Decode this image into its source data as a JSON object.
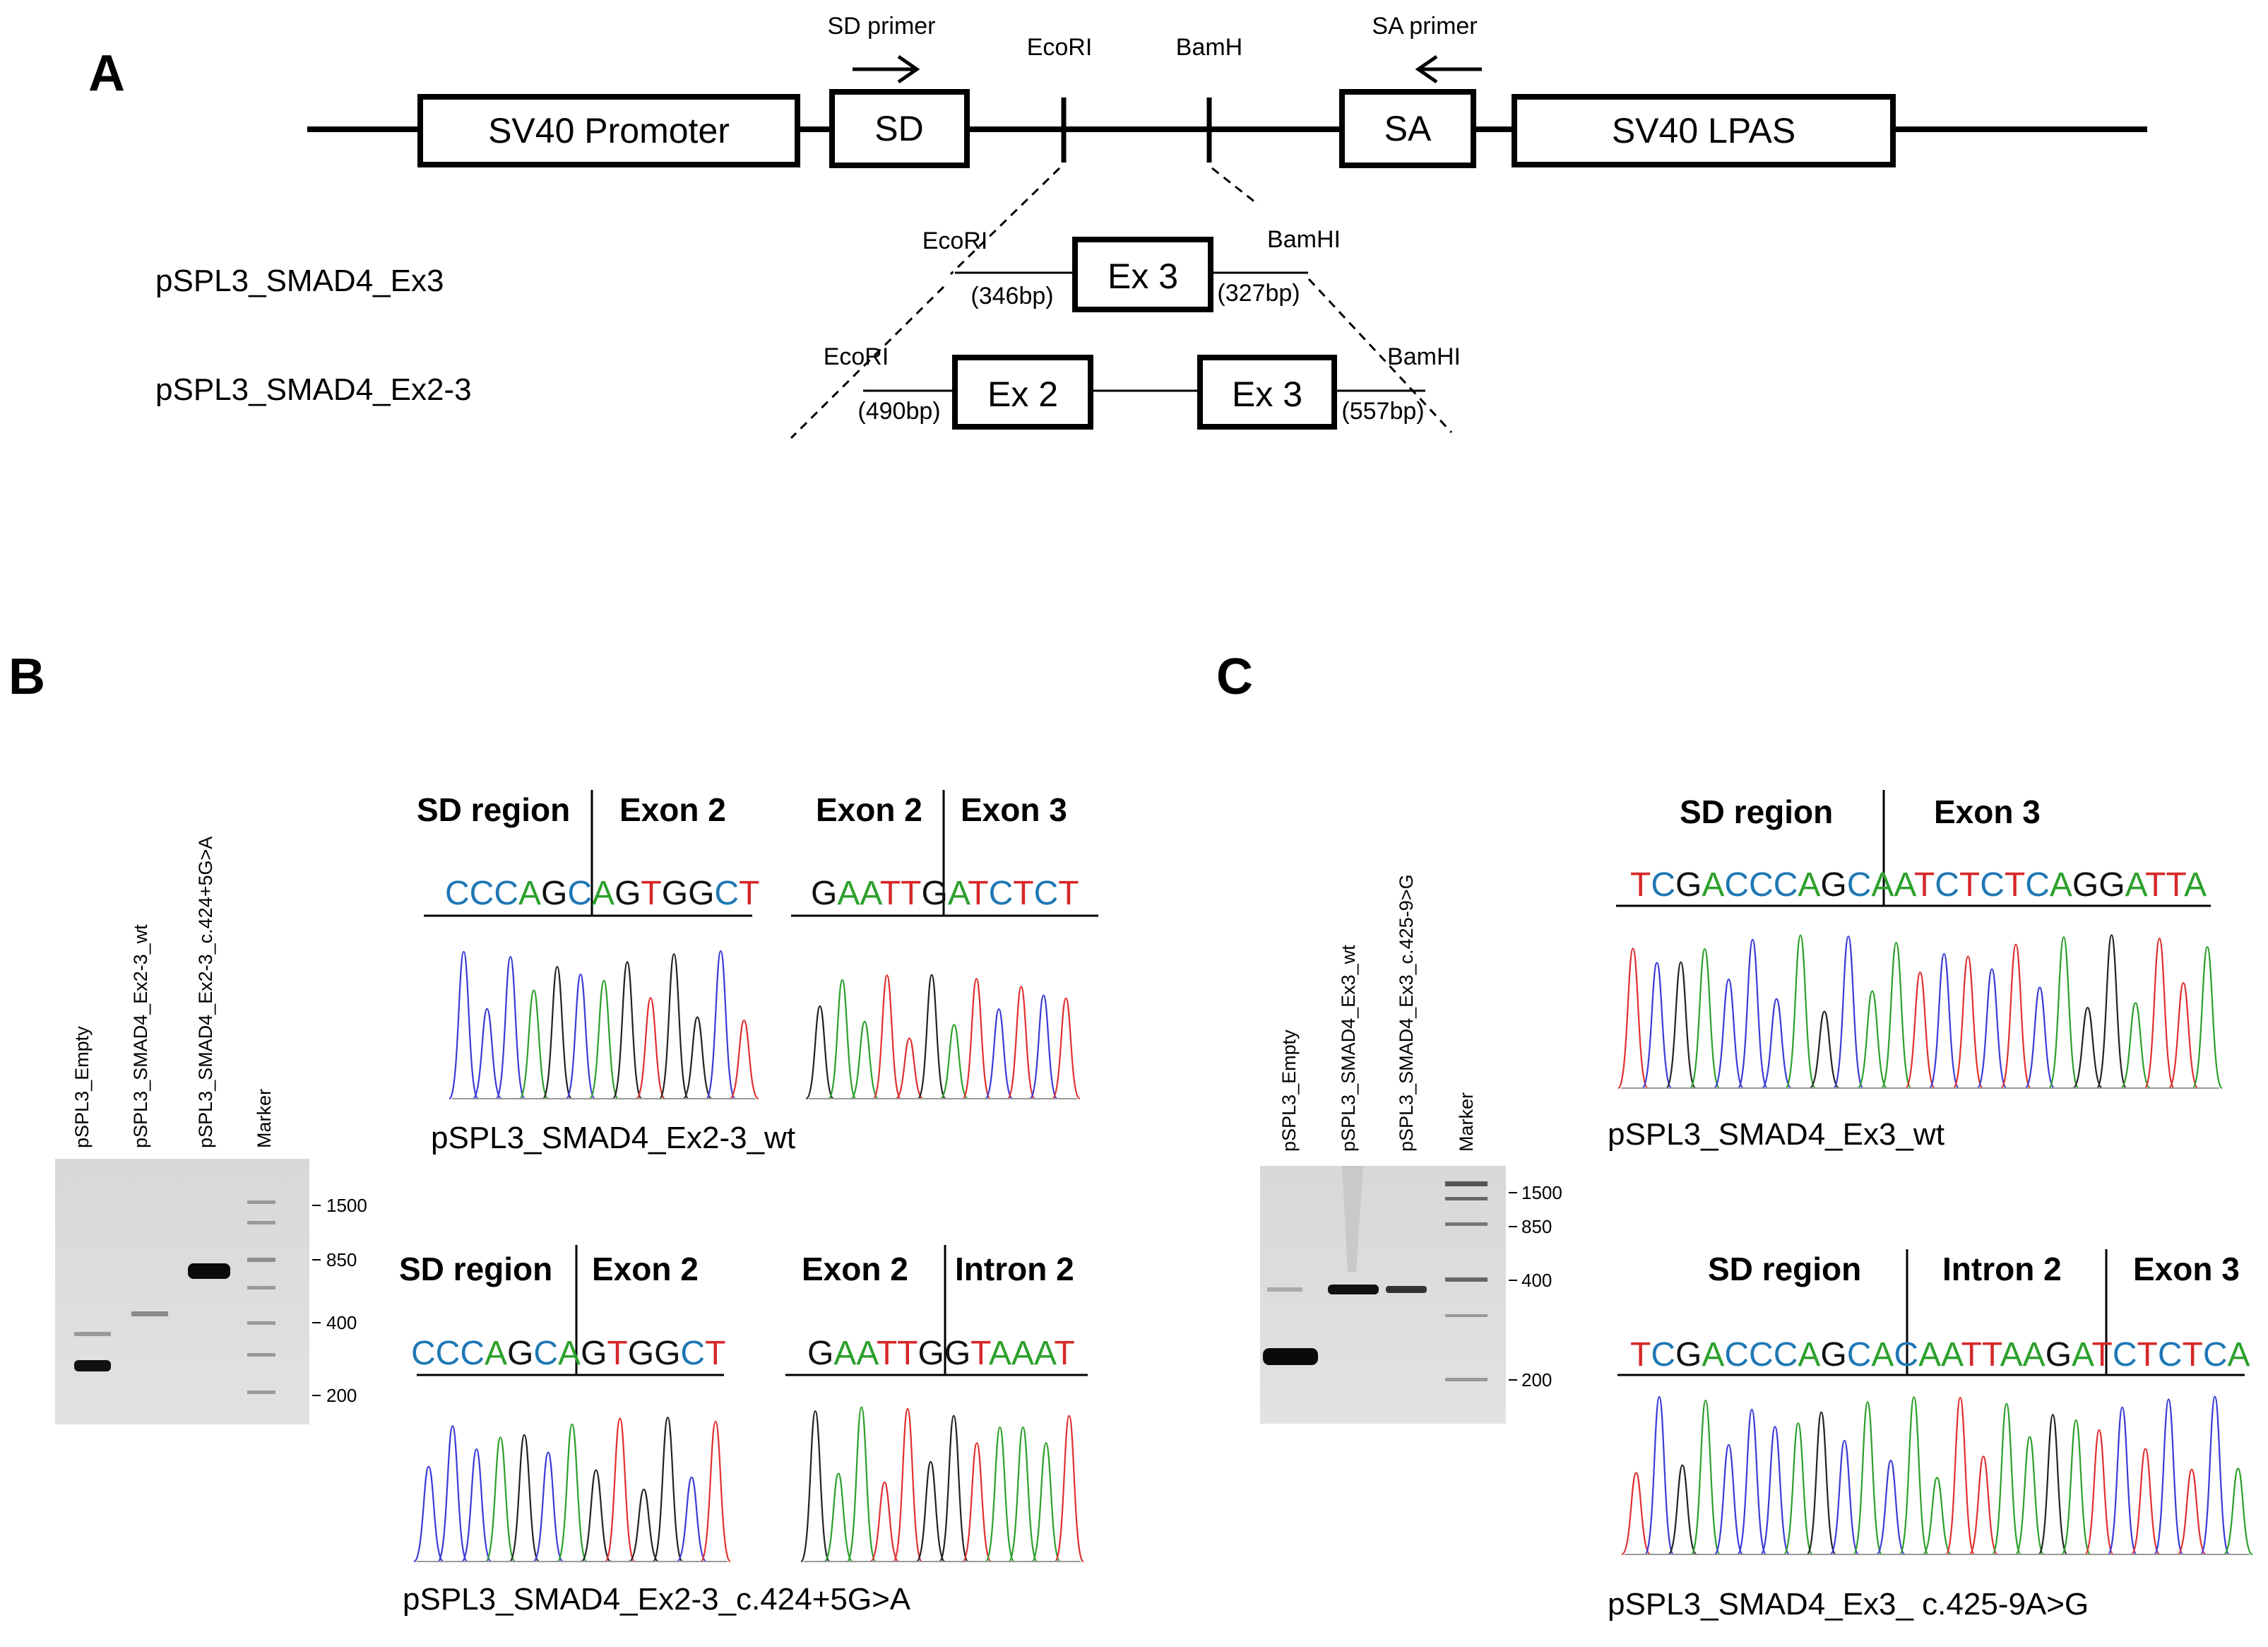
{
  "panels": {
    "a": "A",
    "b": "B",
    "c": "C"
  },
  "panel_a": {
    "sd_primer": "SD primer",
    "sa_primer": "SA primer",
    "ecori_top": "EcoRI",
    "bamh_top": "BamH",
    "sv40_promoter": "SV40 Promoter",
    "sd": "SD",
    "sa": "SA",
    "sv40_lpas": "SV40 LPAS",
    "construct_ex3": "pSPL3_SMAD4_Ex3",
    "construct_ex2_3": "pSPL3_SMAD4_Ex2-3",
    "ex3_ecori": "EcoRI",
    "ex3_bamhi": "BamHI",
    "ex3_box": "Ex 3",
    "ex3_left_bp": "(346bp)",
    "ex3_right_bp": "(327bp)",
    "ex23_ecori": "EcoRI",
    "ex23_bamhi": "BamHI",
    "ex23_ex2": "Ex 2",
    "ex23_ex3": "Ex 3",
    "ex23_left_bp": "(490bp)",
    "ex23_right_bp": "(557bp)"
  },
  "panel_b": {
    "lanes": [
      "pSPL3_Empty",
      "pSPL3_SMAD4_Ex2-3_wt",
      "pSPL3_SMAD4_Ex2-3_c.424+5G>A",
      "Marker"
    ],
    "markers": [
      "1500",
      "850",
      "400",
      "200"
    ],
    "wt": {
      "left_head_1": "SD region",
      "left_head_2": "Exon 2",
      "right_head_1": "Exon 2",
      "right_head_2": "Exon 3",
      "left_seq": "CCCAGCAGTGGCT",
      "right_seq": "GAATTGATCTCT",
      "caption": "pSPL3_SMAD4_Ex2-3_wt"
    },
    "mut": {
      "left_head_1": "SD region",
      "left_head_2": "Exon 2",
      "right_head_1": "Exon 2",
      "right_head_2": "Intron 2",
      "left_seq": "CCCAGCAGTGGCT",
      "right_seq": "GAATTGGTAAAT",
      "caption": "pSPL3_SMAD4_Ex2-3_c.424+5G>A"
    }
  },
  "panel_c": {
    "lanes": [
      "pSPL3_Empty",
      "pSPL3_SMAD4_Ex3_wt",
      "pSPL3_SMAD4_Ex3_c.425-9>G",
      "Marker"
    ],
    "markers": [
      "1500",
      "850",
      "400",
      "200"
    ],
    "wt": {
      "head_1": "SD region",
      "head_2": "Exon 3",
      "seq": "TCGACCCAGCAATCTCTCAGGATTA",
      "caption": "pSPL3_SMAD4_Ex3_wt"
    },
    "mut": {
      "head_1": "SD region",
      "head_2": "Intron 2",
      "head_3": "Exon 3",
      "seq": "TCGACCCAGCACAATTAAGATCTCTCA",
      "caption": "pSPL3_SMAD4_Ex3_ c.425-9A>G"
    }
  },
  "base_colors": {
    "A": "#2ca02c",
    "C": "#1f77b4",
    "G": "#111111",
    "T": "#d62728"
  },
  "trace_colors": {
    "A": "#2ca02c",
    "C": "#3b3bd8",
    "G": "#222222",
    "T": "#e03030"
  }
}
